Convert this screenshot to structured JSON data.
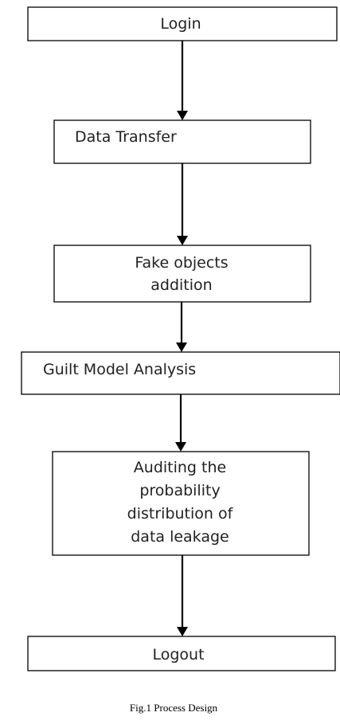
{
  "diagram": {
    "nodes": [
      {
        "id": "login",
        "lines": [
          "Login"
        ]
      },
      {
        "id": "data-transfer",
        "lines": [
          "Data Transfer"
        ]
      },
      {
        "id": "fake-objects-addition",
        "lines": [
          "Fake objects",
          "addition"
        ]
      },
      {
        "id": "guilt-model-analysis",
        "lines": [
          "Guilt Model Analysis"
        ]
      },
      {
        "id": "auditing",
        "lines": [
          "Auditing the",
          "probability",
          "distribution of",
          "data leakage"
        ]
      },
      {
        "id": "logout",
        "lines": [
          "Logout"
        ]
      }
    ],
    "edges": [
      {
        "from": "login",
        "to": "data-transfer"
      },
      {
        "from": "data-transfer",
        "to": "fake-objects-addition"
      },
      {
        "from": "fake-objects-addition",
        "to": "guilt-model-analysis"
      },
      {
        "from": "guilt-model-analysis",
        "to": "auditing"
      },
      {
        "from": "auditing",
        "to": "logout"
      }
    ],
    "caption": "Fig.1 Process Design"
  }
}
